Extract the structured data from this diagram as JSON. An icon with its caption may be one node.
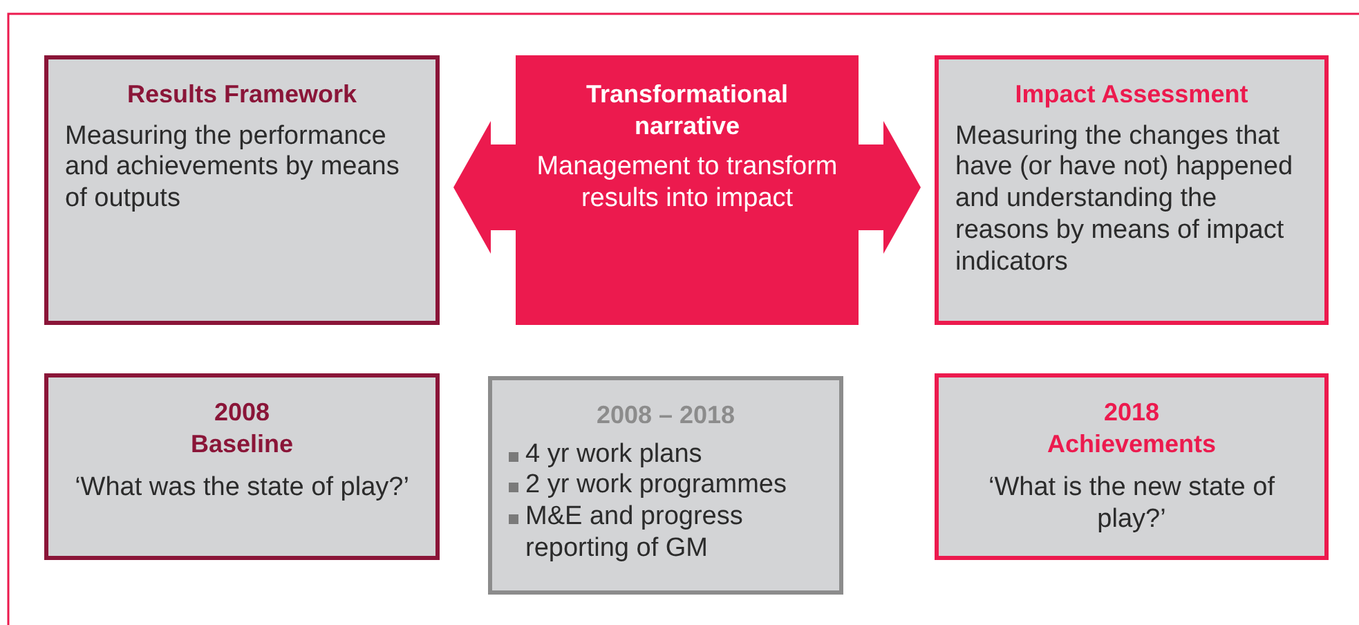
{
  "diagram": {
    "nodes": [
      {
        "text": [
          "Results Framework",
          "Measuring the performance and achievements by means of outputs"
        ]
      },
      {
        "text": [
          "Transformational narrative",
          "Management to transform results into impact"
        ]
      },
      {
        "text": [
          "Impact Assessment",
          "Measuring the changes that have (or have not) happened and understanding the reasons by means of impact indicators"
        ]
      },
      {
        "text": [
          "2008",
          "Baseline",
          "‘What was the state of play?’"
        ]
      },
      {
        "text": [
          "2008 – 2018",
          "4 yr work plans",
          "2 yr work programmes",
          "M&E and progress reporting of GM"
        ]
      },
      {
        "text": [
          "2018",
          "Achievements",
          "‘What is the new state of play?’"
        ]
      }
    ],
    "edges": [
      {
        "from": 1,
        "to": 0,
        "arrow": "to"
      },
      {
        "from": 1,
        "to": 2,
        "arrow": "to"
      }
    ]
  }
}
